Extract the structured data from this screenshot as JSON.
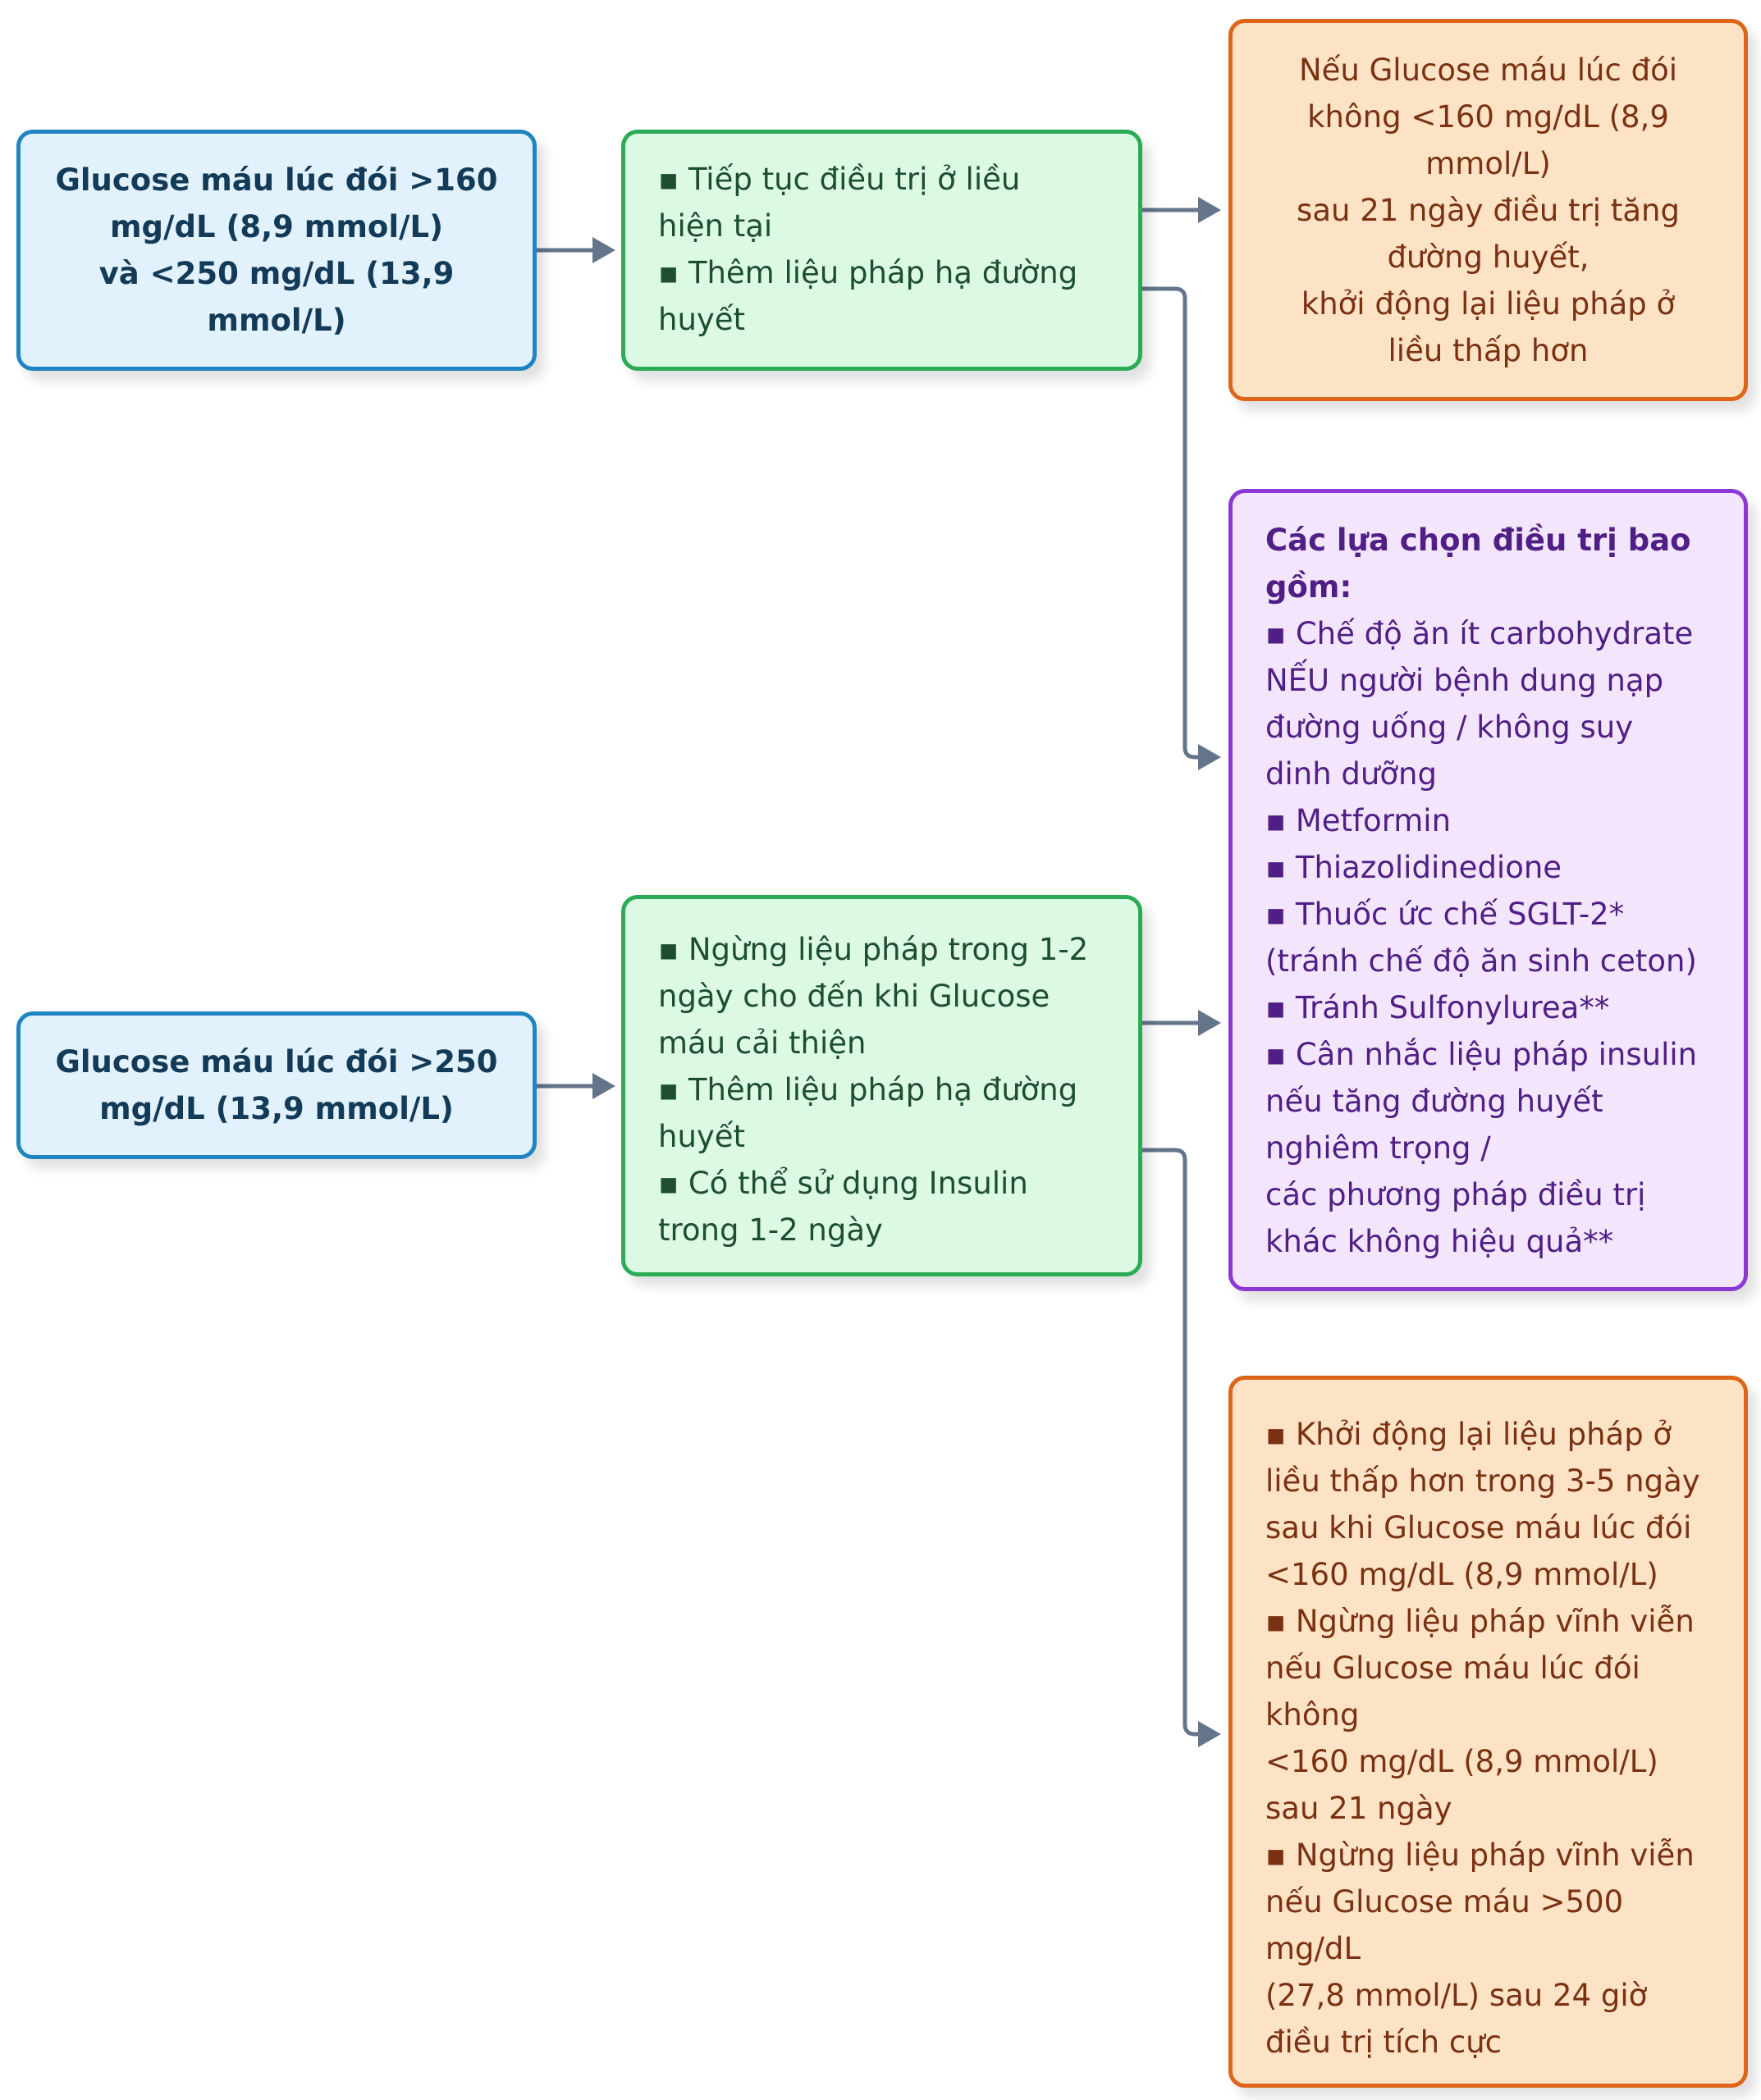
{
  "nodes": {
    "condition_a": {
      "lines": [
        "Glucose máu lúc đói >160",
        "mg/dL (8,9 mmol/L)",
        "và <250 mg/dL (13,9",
        "mmol/L)"
      ]
    },
    "condition_b": {
      "lines": [
        "Glucose máu lúc đói >250",
        "mg/dL (13,9 mmol/L)"
      ]
    },
    "action_a": {
      "lines": [
        "▪ Tiếp tục điều trị ở liều",
        "hiện tại",
        "▪ Thêm liệu pháp hạ đường",
        "huyết"
      ]
    },
    "action_b": {
      "lines": [
        "▪ Ngừng liệu pháp trong 1-2",
        "ngày cho đến khi Glucose",
        "máu cải thiện",
        "▪ Thêm liệu pháp hạ đường",
        "huyết",
        "▪ Có thể sử dụng Insulin",
        "trong 1-2 ngày"
      ]
    },
    "outcome_a": {
      "lines": [
        "Nếu Glucose máu lúc đói",
        "không <160 mg/dL (8,9",
        "mmol/L)",
        "sau 21 ngày điều trị tăng",
        "đường huyết,",
        "khởi động lại liệu pháp ở",
        "liều thấp hơn"
      ]
    },
    "treatment_options": {
      "title_lines": [
        "Các lựa chọn điều trị bao",
        "gồm:"
      ],
      "lines": [
        "▪ Chế độ ăn ít carbohydrate",
        "NẾU người bệnh dung nạp",
        "đường uống / không suy",
        "dinh dưỡng",
        "▪ Metformin",
        "▪ Thiazolidinedione",
        "▪ Thuốc ức chế SGLT-2*",
        "(tránh chế độ ăn sinh ceton)",
        "▪ Tránh Sulfonylurea**",
        "▪ Cân nhắc liệu pháp insulin",
        "nếu tăng đường huyết",
        "nghiêm trọng /",
        "các phương pháp điều trị",
        "khác không hiệu quả**"
      ]
    },
    "outcome_b": {
      "lines": [
        "▪ Khởi động lại liệu pháp ở",
        "liều thấp hơn trong 3-5 ngày",
        "sau khi Glucose máu lúc đói",
        "<160 mg/dL (8,9 mmol/L)",
        "▪ Ngừng liệu pháp vĩnh viễn",
        "nếu Glucose máu lúc đói",
        "không",
        "<160 mg/dL (8,9 mmol/L)",
        "sau 21 ngày",
        "▪ Ngừng liệu pháp vĩnh viễn",
        "nếu Glucose máu >500",
        "mg/dL",
        "(27,8 mmol/L) sau 24 giờ",
        "điều trị tích cực"
      ]
    }
  },
  "colors": {
    "connector": "#64748b",
    "blue_fill": "#e1f2fd",
    "blue_border": "#1f85c2",
    "green_fill": "#dcf9e4",
    "green_border": "#2bab55",
    "orange_fill": "#fde3c6",
    "orange_border": "#de6418",
    "purple_fill": "#f3e5fb",
    "purple_border": "#8b38d4"
  }
}
